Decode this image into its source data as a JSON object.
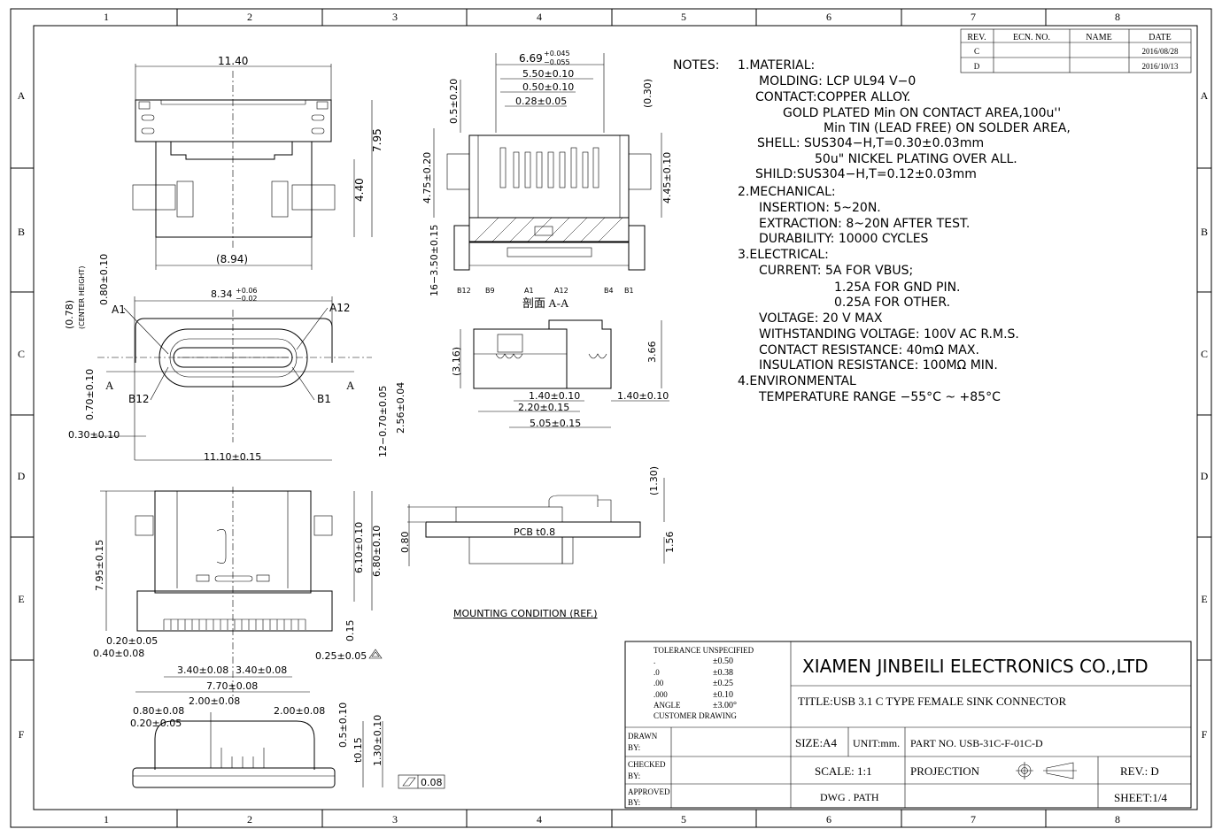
{
  "zones": {
    "columns": [
      "1",
      "2",
      "3",
      "4",
      "5",
      "6",
      "7",
      "8"
    ],
    "rows": [
      "A",
      "B",
      "C",
      "D",
      "E",
      "F"
    ]
  },
  "revision_table": {
    "headers": [
      "REV.",
      "ECN. NO.",
      "NAME",
      "DATE"
    ],
    "rows": [
      {
        "rev": "C",
        "ecn": "",
        "name": "",
        "date": "2016/08/28"
      },
      {
        "rev": "D",
        "ecn": "",
        "name": "",
        "date": "2016/10/13"
      }
    ]
  },
  "notes": {
    "heading": "NOTES:",
    "lines": [
      "1.MATERIAL:",
      "MOLDING: LCP UL94 V−0",
      "CONTACT:COPPER ALLOY.",
      "GOLD PLATED Min ON CONTACT AREA,100u''",
      "Min TIN (LEAD FREE) ON SOLDER AREA,",
      "SHELL: SUS304−H,T=0.30±0.03mm",
      "50u\" NICKEL PLATING OVER ALL.",
      "SHILD:SUS304−H,T=0.12±0.03mm",
      "2.MECHANICAL:",
      "INSERTION: 5~20N.",
      "EXTRACTION: 8~20N AFTER TEST.",
      "DURABILITY: 10000 CYCLES",
      "3.ELECTRICAL:",
      "CURRENT: 5A FOR VBUS;",
      "1.25A FOR GND PIN.",
      "0.25A FOR OTHER.",
      "VOLTAGE: 20 V MAX",
      "WITHSTANDING VOLTAGE: 100V AC R.M.S.",
      "CONTACT RESISTANCE: 40mΩ MAX.",
      "INSULATION RESISTANCE: 100MΩ MIN.",
      "4.ENVIRONMENTAL",
      "TEMPERATURE RANGE −55°C ~ +85°C"
    ]
  },
  "dimensions": [
    "11.40",
    "7.95",
    "4.40",
    "(8.94)",
    "6.69",
    "5.50±0.10",
    "0.50±0.10",
    "0.28±0.05",
    "0.5±0.20",
    "(0.30)",
    "4.75±0.20",
    "4.45±0.10",
    "16−3.50±0.15",
    "8.34",
    "(0.78)",
    "0.80±0.10",
    "0.70±0.10",
    "0.30±0.10",
    "11.10±0.15",
    "12−0.70±0.05",
    "2.56±0.04",
    "(3.16)",
    "3.66",
    "1.40±0.10",
    "1.40±0.10",
    "2.20±0.15",
    "5.05±0.15",
    "(1.30)",
    "0.80",
    "1.56",
    "PCB t0.8",
    "7.95±0.15",
    "6.10±0.10",
    "6.80±0.10",
    "0.15",
    "0.20±0.05",
    "0.40±0.08",
    "0.25±0.05",
    "3.40±0.08",
    "3.40±0.08",
    "7.70±0.08",
    "2.00±0.08",
    "0.80±0.08",
    "0.20±0.05",
    "2.00±0.08",
    "0.5±0.10",
    "t0.15",
    "1.30±0.10",
    "0.08"
  ],
  "tolerances_sup": {
    "d669_plus": "+0.045",
    "d669_minus": "−0.055",
    "d834_plus": "+0.06",
    "d834_minus": "−0.02"
  },
  "center_height_label": "(CENTER HEIGHT)",
  "pin_labels": {
    "front": [
      "A1",
      "A12",
      "B12",
      "B1"
    ],
    "section_marks": [
      "A",
      "A"
    ],
    "section": [
      "B12",
      "B9",
      "A1",
      "A12",
      "B4",
      "B1"
    ],
    "section_title": "剖面 A-A"
  },
  "mounting_label": "MOUNTING CONDITION (REF.)",
  "title_block": {
    "tolerance": {
      "heading": "TOLERANCE UNSPECIFIED",
      "rows": [
        {
          "k": ".",
          "v": "±0.50"
        },
        {
          "k": ".0",
          "v": "±0.38"
        },
        {
          "k": ".00",
          "v": "±0.25"
        },
        {
          "k": ".000",
          "v": "±0.10"
        },
        {
          "k": "ANGLE",
          "v": "±3.00°"
        }
      ],
      "footer": "CUSTOMER DRAWING"
    },
    "company": "XIAMEN JINBEILI ELECTRONICS CO.,LTD",
    "title": "TITLE:USB 3.1 C TYPE FEMALE SINK CONNECTOR",
    "drawn_by": [
      "DRAWN",
      "BY:"
    ],
    "checked_by": [
      "CHECKED",
      "BY:"
    ],
    "approved_by": [
      "APPROVED",
      "BY:"
    ],
    "size": "SIZE:A4",
    "unit": "UNIT:mm.",
    "part_no": "PART NO. USB-31C-F-01C-D",
    "scale": "SCALE: 1:1",
    "projection": "PROJECTION",
    "rev": "REV.: D",
    "dwg_path": "DWG . PATH",
    "sheet": "SHEET:1/4"
  }
}
